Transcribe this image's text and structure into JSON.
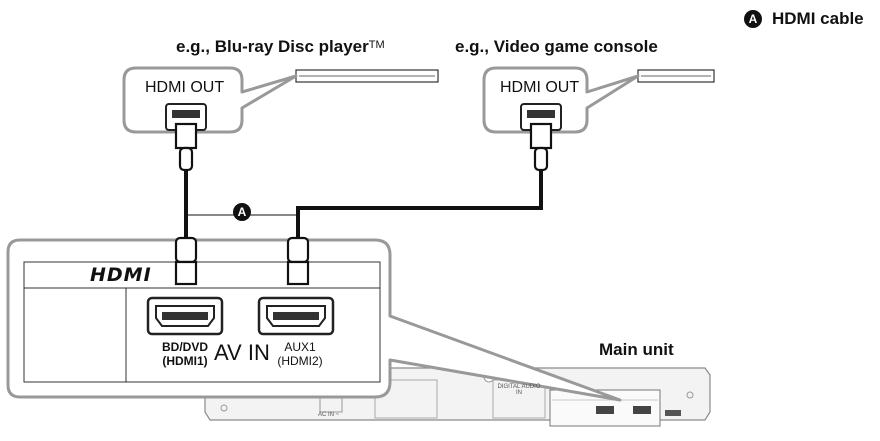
{
  "legend": {
    "badge": "A",
    "text": "HDMI cable"
  },
  "devices": {
    "bluray": {
      "label": "e.g., Blu-ray Disc player",
      "trademark": "TM",
      "port": "HDMI OUT"
    },
    "console": {
      "label": "e.g., Video game console",
      "port": "HDMI OUT"
    }
  },
  "cable_marker": "A",
  "panel": {
    "logo": "HDMI",
    "port_bd": {
      "line1": "BD/DVD",
      "line2": "(HDMI1)"
    },
    "av_in": "AV IN",
    "port_aux": {
      "line1": "AUX1",
      "line2": "(HDMI2)"
    }
  },
  "main_unit_label": "Main unit",
  "main_unit_fine_print": {
    "ac_in": "AC IN ~",
    "digital": "DIGITAL AUDIO IN"
  }
}
